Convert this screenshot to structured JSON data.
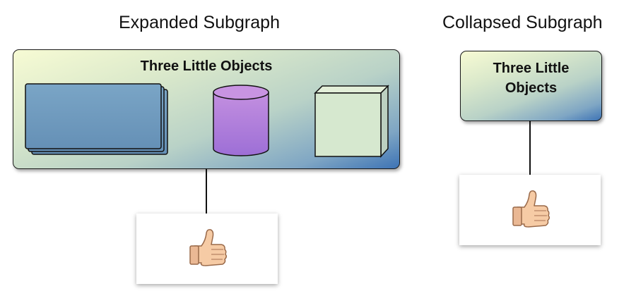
{
  "headings": {
    "expanded": "Expanded Subgraph",
    "collapsed": "Collapsed Subgraph"
  },
  "expanded_group": {
    "title": "Three Little Objects",
    "objects": [
      {
        "shape": "stacked-rectangles-icon",
        "color": "#6d9bbf"
      },
      {
        "shape": "cylinder-icon",
        "color": "#a77ad8"
      },
      {
        "shape": "cube-icon",
        "color": "#d6e8cf"
      }
    ]
  },
  "collapsed_group": {
    "title_line1": "Three Little",
    "title_line2": "Objects"
  },
  "result_icon": "thumbs-up-icon",
  "colors": {
    "group_gradient_top": "#f7fbd4",
    "group_gradient_bottom": "#3d73b5",
    "border": "#1a1a1a"
  }
}
